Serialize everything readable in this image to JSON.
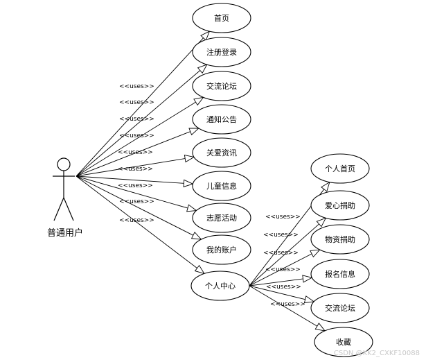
{
  "actor": {
    "name": "普通用户"
  },
  "primary_use_cases": [
    {
      "label": "首页"
    },
    {
      "label": "注册登录"
    },
    {
      "label": "交流论坛"
    },
    {
      "label": "通知公告"
    },
    {
      "label": "关爱资讯"
    },
    {
      "label": "儿童信息"
    },
    {
      "label": "志愿活动"
    },
    {
      "label": "我的账户"
    },
    {
      "label": "个人中心"
    }
  ],
  "sub_use_cases": [
    {
      "label": "个人首页"
    },
    {
      "label": "爱心捐助"
    },
    {
      "label": "物资捐助"
    },
    {
      "label": "报名信息"
    },
    {
      "label": "交流论坛"
    },
    {
      "label": "收藏"
    }
  ],
  "relation_label": "<<uses>>",
  "watermark": "CSDN @KK2_CXKF10088"
}
